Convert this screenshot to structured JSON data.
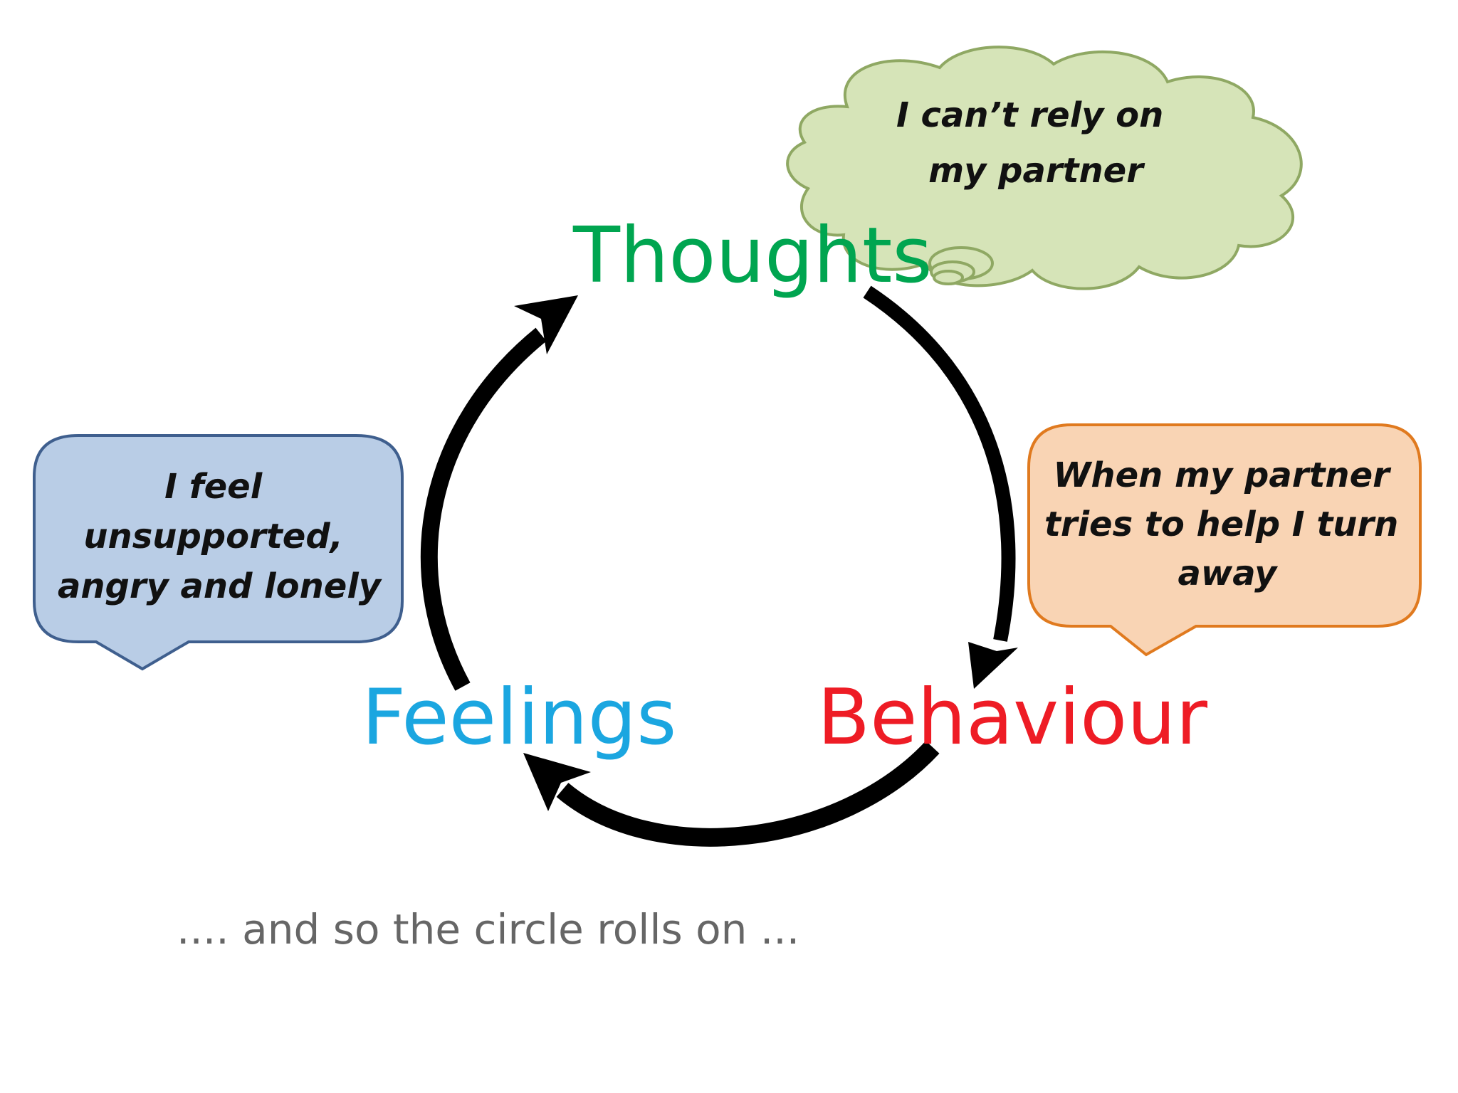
{
  "nodes": {
    "thoughts": {
      "label": "Thoughts",
      "color": "#00a550"
    },
    "behaviour": {
      "label": "Behaviour",
      "color": "#ee1c25"
    },
    "feelings": {
      "label": "Feelings",
      "color": "#1ba6e0"
    }
  },
  "bubbles": {
    "thought_cloud": {
      "lines": [
        "I can’t rely on",
        "my partner"
      ],
      "fill": "#d6e4b8",
      "stroke": "#8fa863"
    },
    "behaviour_callout": {
      "lines": [
        "When my partner",
        "tries to help I turn",
        "away"
      ],
      "fill": "#f9d4b4",
      "stroke": "#e07a1f"
    },
    "feelings_callout": {
      "lines": [
        "I feel",
        "unsupported,",
        "angry and lonely"
      ],
      "fill": "#b9cde6",
      "stroke": "#3f5f8e"
    }
  },
  "arrow_color": "#000000",
  "caption": ".... and so the circle rolls on ..."
}
